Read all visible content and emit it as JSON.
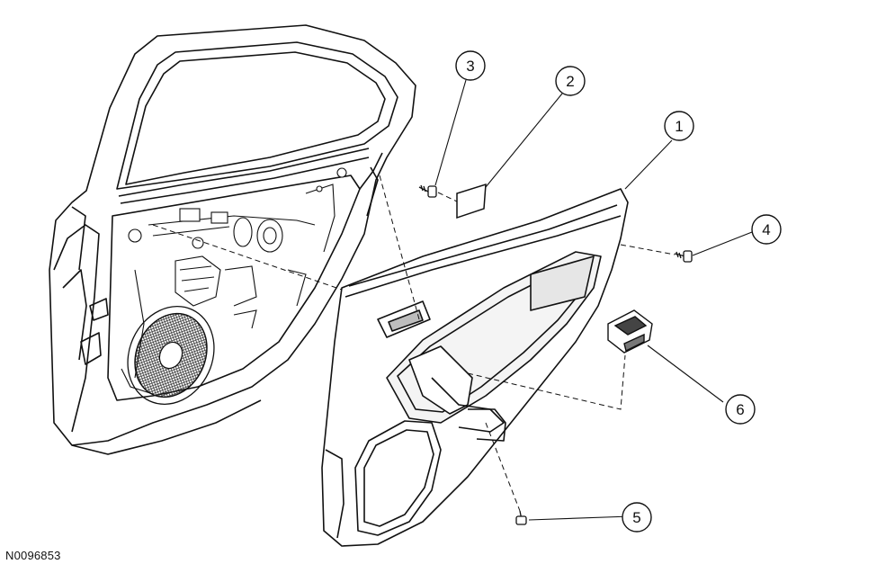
{
  "figure": {
    "id_label": "N0096853"
  },
  "callouts": [
    {
      "number": "1",
      "part": "door-trim-panel"
    },
    {
      "number": "2",
      "part": "trim-cover"
    },
    {
      "number": "3",
      "part": "screw"
    },
    {
      "number": "4",
      "part": "screw"
    },
    {
      "number": "5",
      "part": "screw"
    },
    {
      "number": "6",
      "part": "window-switch"
    }
  ],
  "colors": {
    "line": "#111111",
    "background": "#ffffff",
    "shade": "#d8d8d8"
  }
}
